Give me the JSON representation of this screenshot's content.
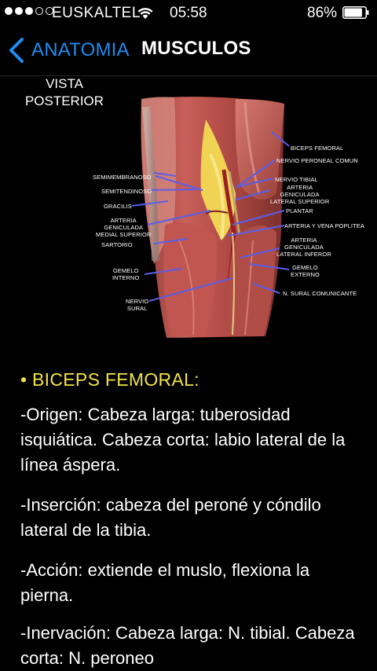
{
  "status_bar": {
    "carrier": "EUSKALTEL",
    "time": "05:58",
    "battery_percent": "86%",
    "battery_level": 0.86,
    "signal_bars_on": 3,
    "signal_bars_total": 5
  },
  "nav": {
    "back_label": "ANATOMIA",
    "title": "MUSCULOS",
    "accent_color": "#1f8cf0"
  },
  "figure": {
    "caption_line1": "VISTA",
    "caption_line2": "POSTERIOR",
    "labels": {
      "semimembranoso": "SEMIMEMBRANOSO",
      "semitendinoso": "SEMITENDINOSO",
      "gracilis": "GRACILIS",
      "arteria_gen_medial_1": "ARTERIA",
      "arteria_gen_medial_2": "GENICULADA",
      "arteria_gen_medial_3": "MEDIAL SUPERIOR",
      "sartorio": "SARTORIO",
      "gemelo_interno_1": "GEMELO",
      "gemelo_interno_2": "INTERNO",
      "nervio_sural_1": "NERVIO",
      "nervio_sural_2": "SURAL",
      "biceps_femoral": "BICEPS FEMORAL",
      "nervio_peroneal": "NERVIO PERONEAL COMUN",
      "nervio_tibial": "NERVIO TIBIAL",
      "arteria_gen_lat_sup_1": "ARTERIA",
      "arteria_gen_lat_sup_2": "GENICULADA",
      "arteria_gen_lat_sup_3": "LATERAL SUPERIOR",
      "plantar": "PLANTAR",
      "arteria_vena_poplitea": "ARTERIA Y VENA POPLITEA",
      "arteria_gen_lat_inf_1": "ARTERIA",
      "arteria_gen_lat_inf_2": "GENICULADA",
      "arteria_gen_lat_inf_3": "LATERAL INFEROR",
      "gemelo_externo_1": "GEMELO",
      "gemelo_externo_2": "EXTERNO",
      "n_sural_comunicante": "N. SURAL COMUNICANTE"
    }
  },
  "content": {
    "heading": "• BICEPS FEMORAL:",
    "heading_color": "#f2e24a",
    "paragraphs": [
      "-Origen: Cabeza larga: tuberosidad isquiática. Cabeza corta: labio lateral de la línea áspera.",
      "-Inserción: cabeza del peroné y cóndilo lateral de la tibia.",
      "-Acción: extiende el muslo, flexiona la pierna.",
      "-Inervación: Cabeza larga: N. tibial. Cabeza corta: N. peroneo"
    ]
  }
}
